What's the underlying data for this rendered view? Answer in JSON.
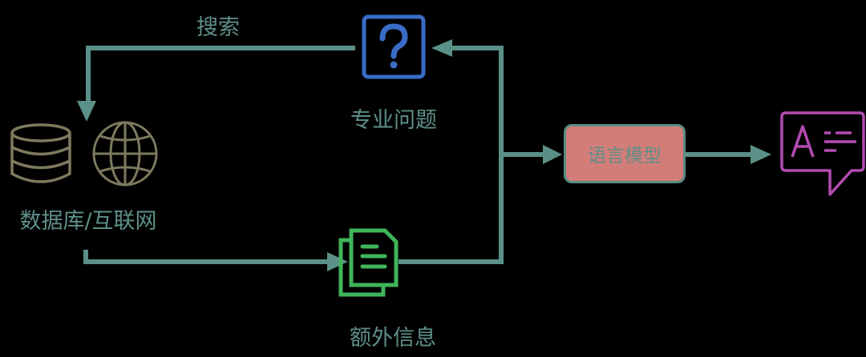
{
  "labels": {
    "search": "搜索",
    "question": "专业问题",
    "source": "数据库/互联网",
    "extra_info": "额外信息",
    "model": "语言模型"
  },
  "colors": {
    "arrow": "#5a9087",
    "question_icon": "#3a6cc6",
    "source_icons": "#7d7a5e",
    "document_icon": "#3fb55a",
    "model_fill": "#d37d78",
    "answer_icon": "#b24bb0"
  },
  "icons": [
    "question-icon",
    "database-icon",
    "globe-icon",
    "documents-icon",
    "answer-bubble-icon"
  ]
}
